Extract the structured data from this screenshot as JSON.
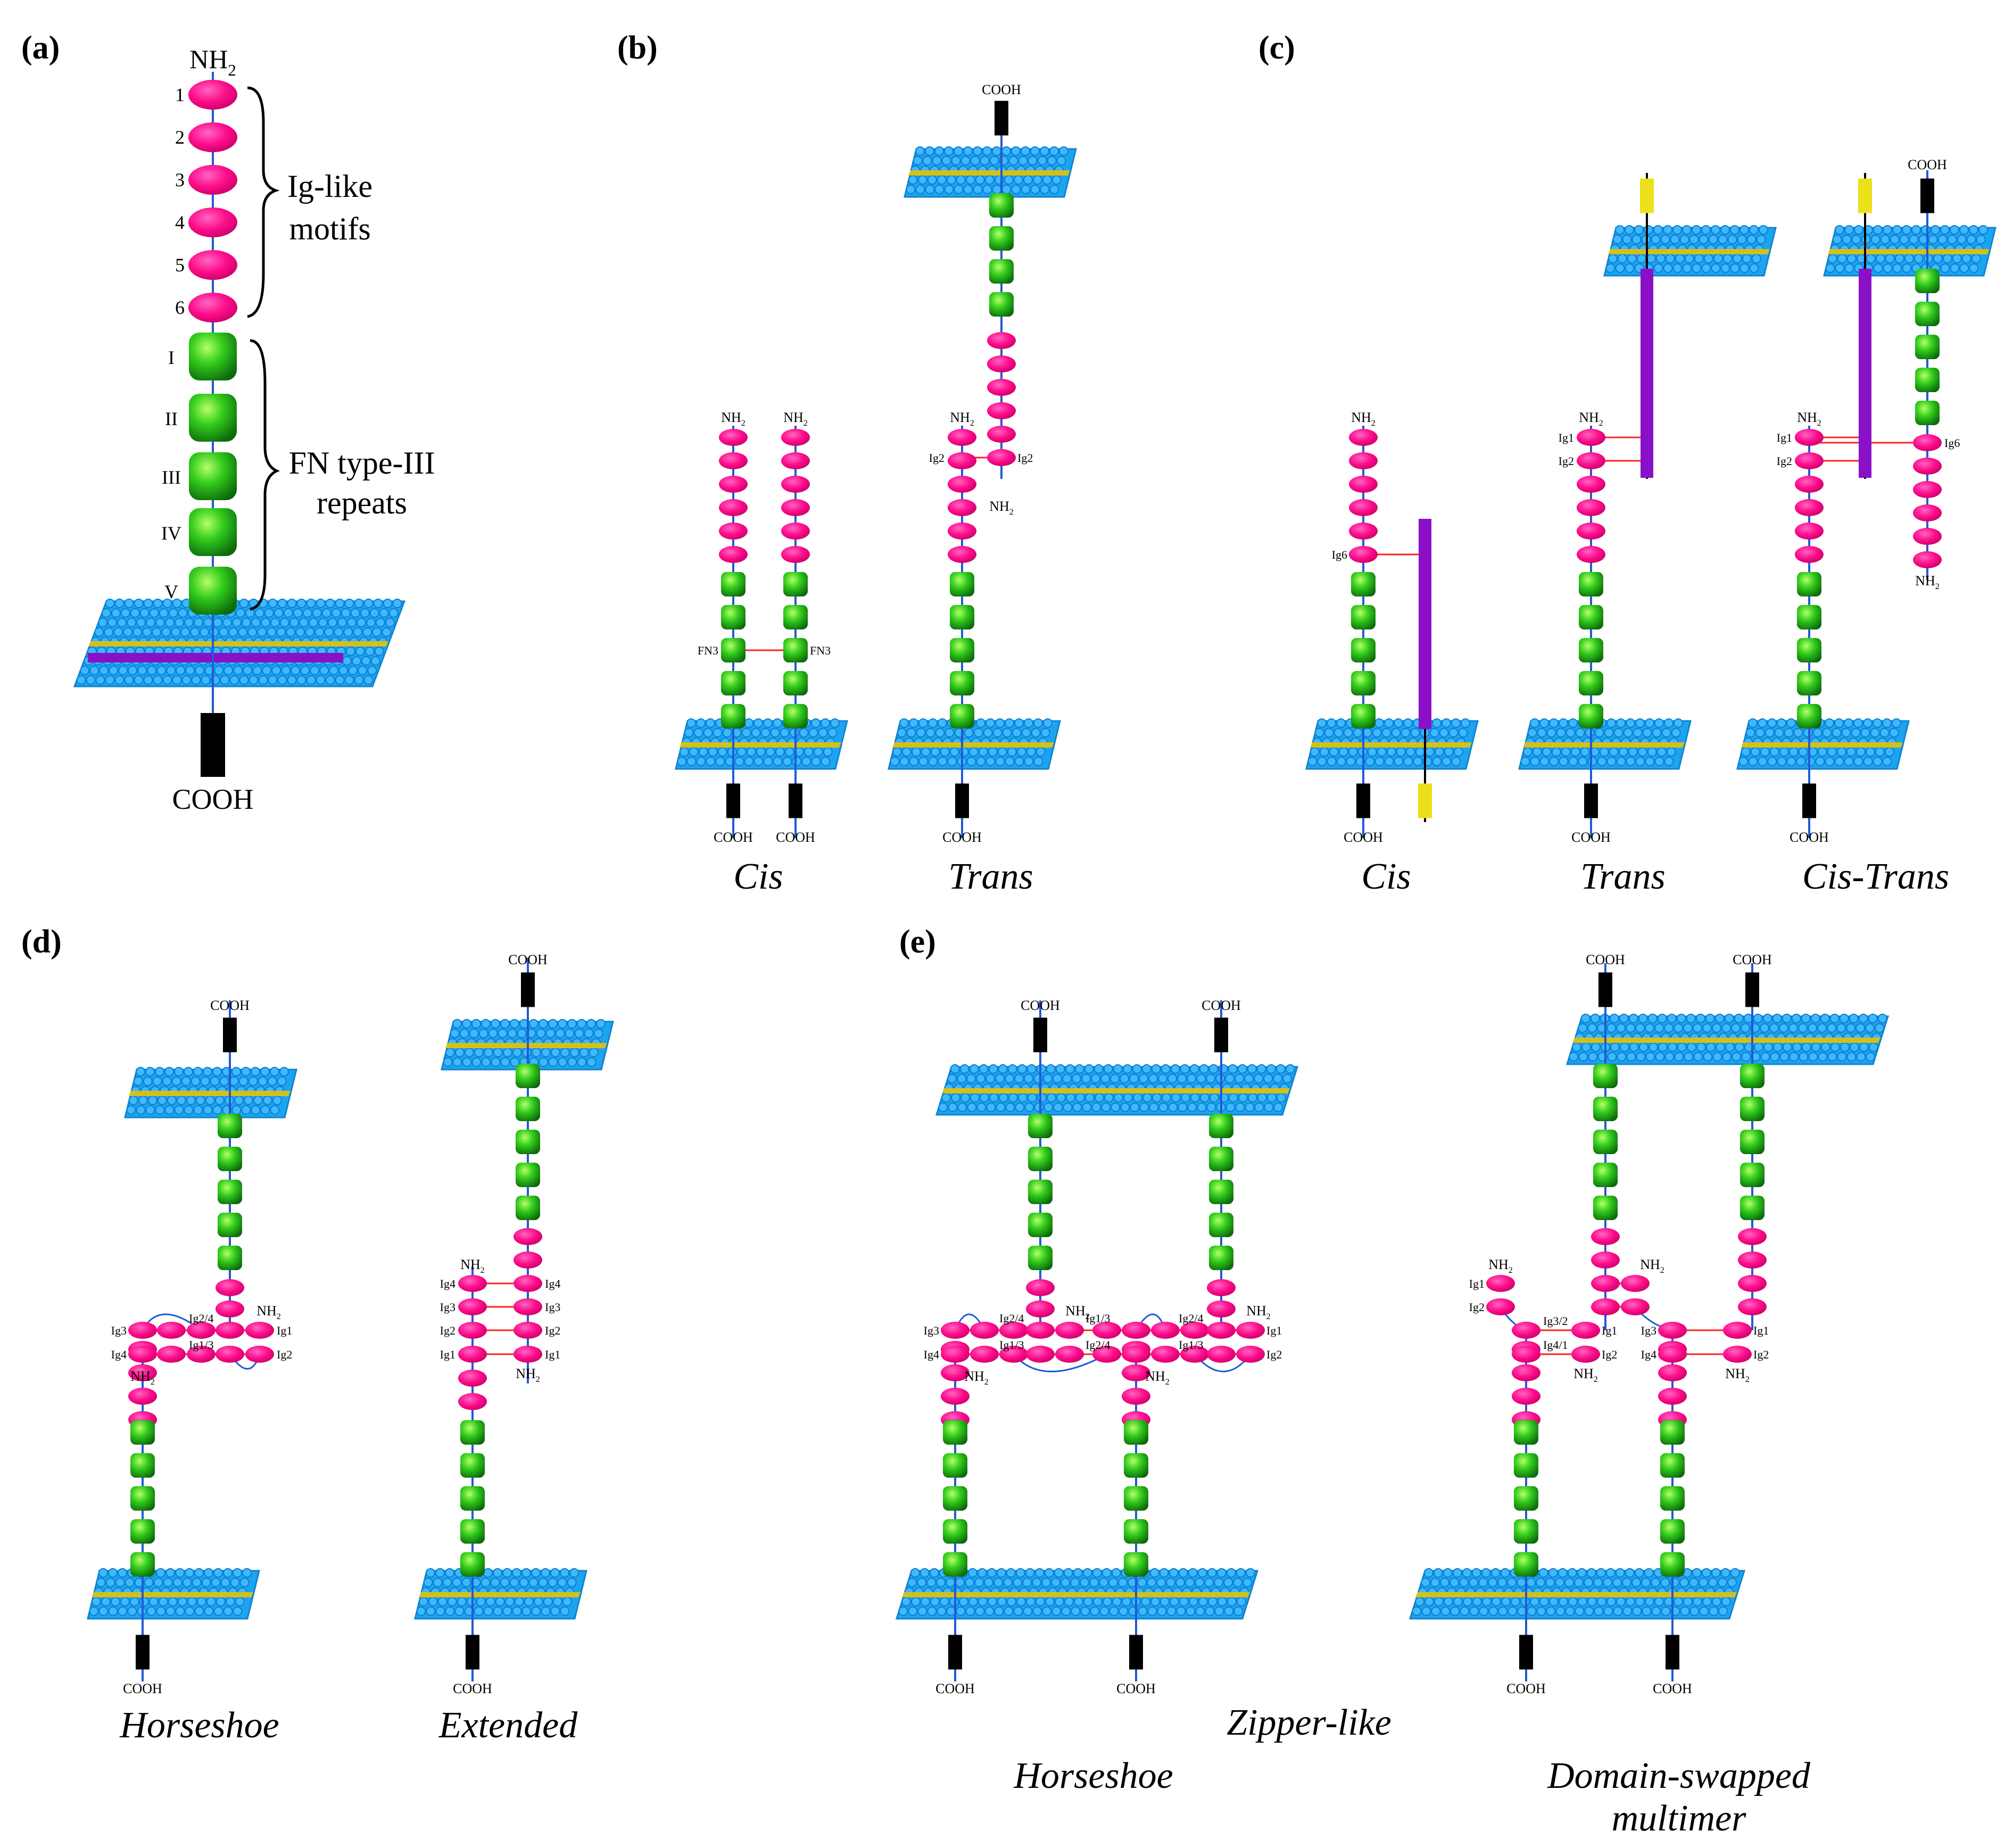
{
  "panels": {
    "a": {
      "label": "(a)",
      "nh2": "NH2",
      "cooh": "COOH",
      "ig_numbers": [
        "1",
        "2",
        "3",
        "4",
        "5",
        "6"
      ],
      "fn_numbers": [
        "I",
        "II",
        "III",
        "IV",
        "V"
      ],
      "ig_brace_label": [
        "Ig-like",
        "motifs"
      ],
      "fn_brace_label": [
        "FN type-III",
        "repeats"
      ]
    },
    "b": {
      "label": "(b)",
      "caption_cis": "Cis",
      "caption_trans": "Trans",
      "fn3": "FN3",
      "ig2": "Ig2",
      "nh2": "NH2",
      "cooh": "COOH"
    },
    "c": {
      "label": "(c)",
      "caption_cis": "Cis",
      "caption_trans": "Trans",
      "caption_cistrans": "Cis-Trans",
      "ig1": "Ig1",
      "ig2": "Ig2",
      "ig6": "Ig6",
      "nh2": "NH2",
      "cooh": "COOH"
    },
    "d": {
      "label": "(d)",
      "caption_horseshoe": "Horseshoe",
      "caption_extended": "Extended",
      "ig1": "Ig1",
      "ig2": "Ig2",
      "ig3": "Ig3",
      "ig4": "Ig4",
      "ig24": "Ig2/4",
      "ig13": "Ig1/3",
      "nh2": "NH2",
      "cooh": "COOH"
    },
    "e": {
      "label": "(e)",
      "caption_zipper": "Zipper-like",
      "caption_horseshoe": "Horseshoe",
      "caption_ds1": "Domain-swapped",
      "caption_ds2": "multimer",
      "ig1": "Ig1",
      "ig2": "Ig2",
      "ig3": "Ig3",
      "ig4": "Ig4",
      "ig24": "Ig2/4",
      "ig13": "Ig1/3",
      "ig32": "Ig3/2",
      "ig41": "Ig4/1",
      "nh2": "NH2",
      "cooh": "COOH"
    }
  },
  "colors": {
    "ig_domain": "#ff0d8a",
    "fn_domain": "#22bb22",
    "membrane_bead": "#1da4f0",
    "membrane_core": "#d4c01a",
    "tail": "#000000",
    "backbone": "#1e5bd6",
    "interaction_line": "#ff2020",
    "partner_protein": "#8a10c8",
    "partner_tail": "#ece01a"
  }
}
